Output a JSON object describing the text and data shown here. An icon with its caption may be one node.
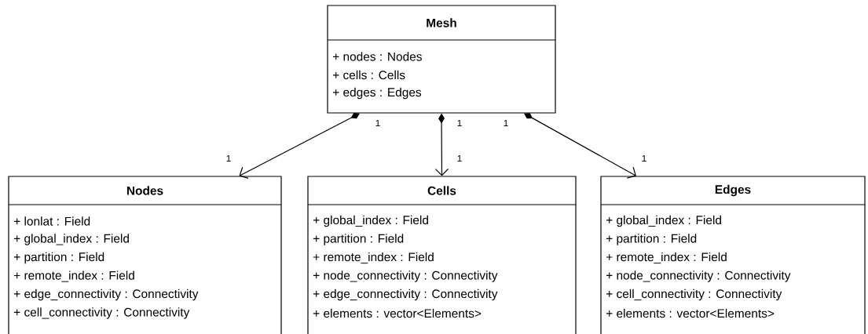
{
  "diagram": {
    "nodes": [
      {
        "text": [
          "Mesh",
          "+ nodes : Nodes",
          "+ cells : Cells",
          "+ edges : Edges"
        ]
      },
      {
        "text": [
          "Nodes",
          "+ lonlat : Field",
          "+ global_index : Field",
          "+ partition : Field",
          "+ remote_index : Field",
          "+ edge_connectivity : Connectivity",
          "+ cell_connectivity : Connectivity"
        ]
      },
      {
        "text": [
          "Cells",
          "+ global_index : Field",
          "+ partition : Field",
          "+ remote_index : Field",
          "+ node_connectivity : Connectivity",
          "+ edge_connectivity : Connectivity",
          "+ elements : vector<Elements>"
        ]
      },
      {
        "text": [
          "Edges",
          "+ global_index : Field",
          "+ partition : Field",
          "+ remote_index : Field",
          "+ node_connectivity : Connectivity",
          "+ cell_connectivity : Connectivity",
          "+ elements : vector<Elements>"
        ]
      }
    ],
    "edges": [
      {
        "from": 0,
        "to": 1,
        "arrow": "to"
      },
      {
        "from": 0,
        "to": 2,
        "arrow": "to"
      },
      {
        "from": 0,
        "to": 3,
        "arrow": "to"
      }
    ],
    "labels": [
      "1",
      "1",
      "1",
      "1",
      "1",
      "1"
    ]
  }
}
